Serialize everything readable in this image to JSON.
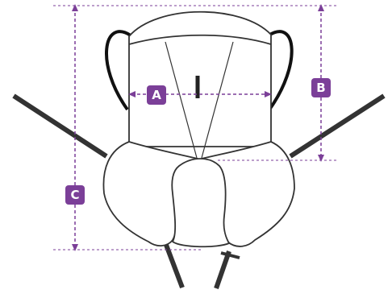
{
  "diagram": {
    "labels": {
      "a": "A",
      "b": "B",
      "c": "C"
    },
    "colors": {
      "accent": "#7b3f98",
      "outline": "#333333",
      "strap": "#333333",
      "handle": "#111111",
      "dashed": "#7b3f98"
    }
  }
}
